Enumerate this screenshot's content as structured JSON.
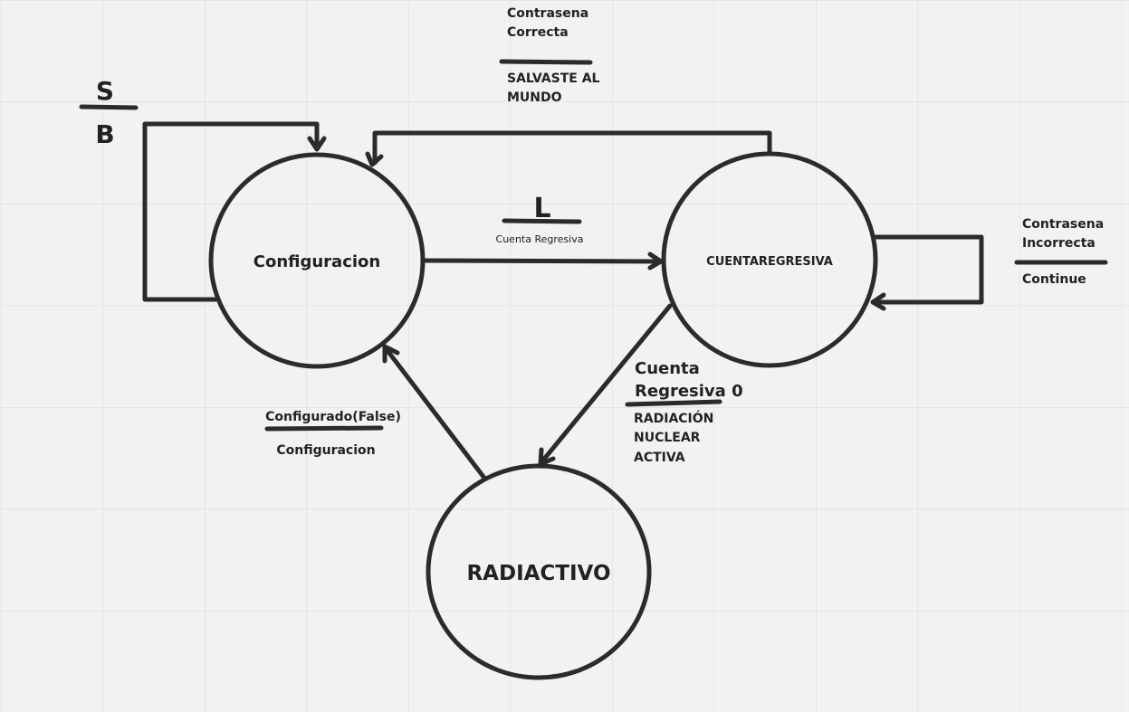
{
  "colors": {
    "background": "#f2f2f2",
    "grid": "#dcdcdc",
    "stroke": "#2b2b2b",
    "text": "#222222"
  },
  "states": {
    "configuracion": {
      "label": "Configuracion"
    },
    "cuentaregresiva": {
      "label": "CUENTAREGRESIVA"
    },
    "radiactivo": {
      "label": "RADIACTIVO"
    }
  },
  "transitions": {
    "config_self": {
      "input": "S",
      "output": "B"
    },
    "config_to_cuenta": {
      "input": "L",
      "output": "Cuenta Regresiva"
    },
    "cuenta_to_config": {
      "input_lines": [
        "Contrasena",
        "Correcta"
      ],
      "output_lines": [
        "SALVASTE AL",
        "MUNDO"
      ]
    },
    "cuenta_self": {
      "input_lines": [
        "Contrasena",
        "Incorrecta"
      ],
      "output": "Continue"
    },
    "cuenta_to_radiactivo": {
      "input_lines": [
        "Cuenta",
        "Regresiva 0"
      ],
      "output_lines": [
        "RADIACIÓN",
        "NUCLEAR",
        "ACTIVA"
      ]
    },
    "radiactivo_to_config": {
      "input": "Configurado(False)",
      "output": "Configuracion"
    }
  }
}
